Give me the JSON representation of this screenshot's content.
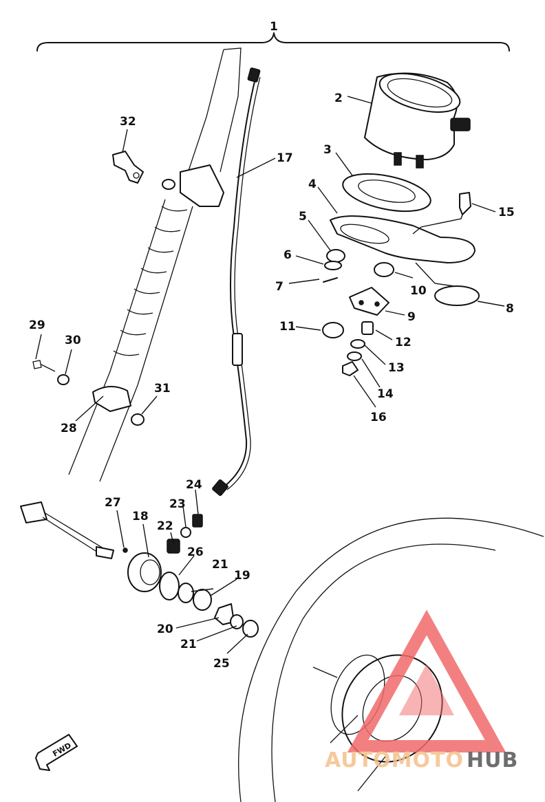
{
  "assembly_number": "1",
  "callouts": {
    "c2": "2",
    "c3": "3",
    "c4": "4",
    "c5": "5",
    "c6": "6",
    "c7": "7",
    "c8": "8",
    "c9": "9",
    "c10": "10",
    "c11": "11",
    "c12": "12",
    "c13": "13",
    "c14": "14",
    "c15": "15",
    "c16": "16",
    "c17": "17",
    "c18": "18",
    "c19": "19",
    "c20": "20",
    "c21a": "21",
    "c21b": "21",
    "c22": "22",
    "c23": "23",
    "c24": "24",
    "c25": "25",
    "c26": "26",
    "c27": "27",
    "c28": "28",
    "c29": "29",
    "c30": "30",
    "c31": "31",
    "c32": "32"
  },
  "direction_marker": "FWD",
  "watermark": {
    "part1": "AUTOMOTO",
    "part2": "HUB",
    "color_primary": "#f26b6b",
    "color_secondary": "#f5c08a",
    "color_dark": "#555555"
  }
}
